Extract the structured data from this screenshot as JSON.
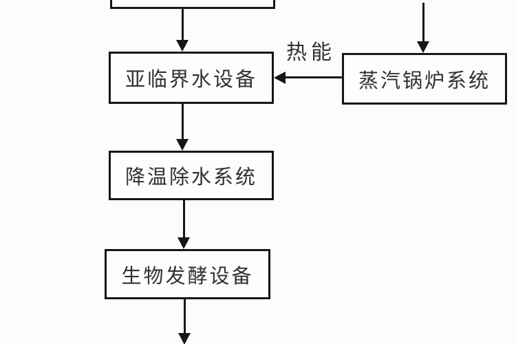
{
  "flowchart": {
    "nodes": {
      "subcritical_water": "亚临界水设备",
      "steam_boiler": "蒸汽锅炉系统",
      "cooling_dewater": "降温除水系统",
      "bio_fermentation": "生物发酵设备"
    },
    "edges": {
      "heat_label": "热能"
    },
    "colors": {
      "line": "#161616",
      "text": "#313131",
      "background": "#fcfcfc"
    }
  }
}
